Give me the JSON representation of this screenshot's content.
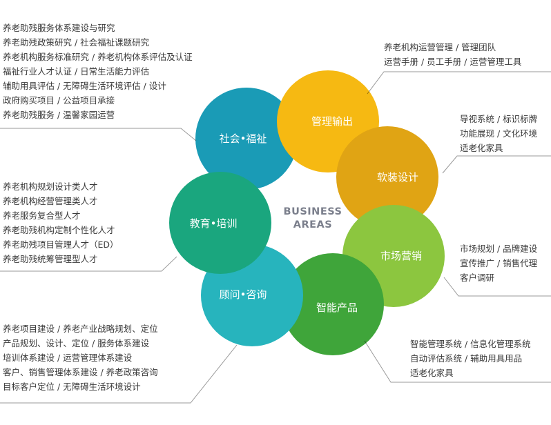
{
  "center": {
    "line1": "BUSINESS",
    "line2": "AREAS"
  },
  "areas": [
    {
      "label": "社会•福祉",
      "color": "#1a9bb6"
    },
    {
      "label": "管理输出",
      "color": "#f6b912"
    },
    {
      "label": "软装设计",
      "color": "#e0a414"
    },
    {
      "label": "市场营销",
      "color": "#8cc63f"
    },
    {
      "label": "智能产品",
      "color": "#3fa53a"
    },
    {
      "label": "顾问•咨询",
      "color": "#27b4bd"
    },
    {
      "label": "教育•培训",
      "color": "#1aa67e"
    }
  ],
  "details": {
    "social_welfare": [
      "养老助残服务体系建设与研究",
      "养老助残政策研究 / 社会福祉课题研究",
      "养老机构服务标准研究 / 养老机构体系评估及认证",
      "福祉行业人才认证 / 日常生活能力评估",
      "辅助用具评估 / 无障碍生活环境评估 / 设计",
      "政府购买项目 / 公益项目承接",
      "养老助残服务 / 温馨家园运营"
    ],
    "education_training": [
      "养老机构规划设计类人才",
      "养老机构经营管理类人才",
      "养老服务复合型人才",
      "养老助残机构定制个性化人才",
      "养老助残项目管理人才（ED）",
      "养老助残统筹管理型人才"
    ],
    "consulting": [
      "养老项目建设 / 养老产业战略规划、定位",
      "产品规划、设计、定位 / 服务体系建设",
      "培训体系建设 / 运营管理体系建设",
      "客户、销售管理体系建设 / 养老政策咨询",
      "目标客户定位 / 无障碍生活环境设计"
    ],
    "management_output": [
      "养老机构运营管理 / 管理团队",
      "运营手册 / 员工手册 / 运营管理工具"
    ],
    "soft_design": [
      "导视系统 / 标识标牌",
      "功能展现 / 文化环境",
      "适老化家具"
    ],
    "marketing": [
      "市场规划 / 品牌建设",
      "宣传推广 / 销售代理",
      "客户调研"
    ],
    "smart_products": [
      "智能管理系统 / 信息化管理系统",
      "自动评估系统 / 辅助用具用品",
      "适老化家具"
    ]
  }
}
